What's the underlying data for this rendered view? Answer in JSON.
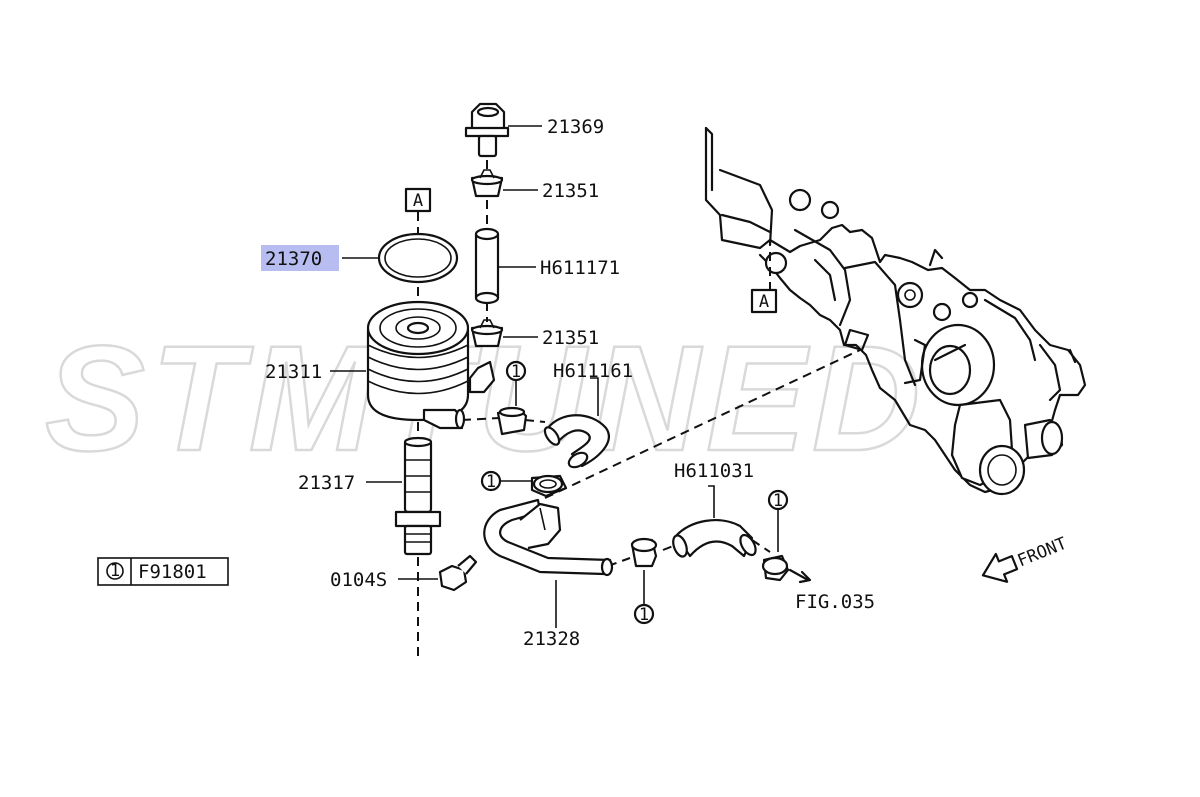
{
  "watermark": "STMTUNED",
  "reference_marker": "A",
  "circle_callout": "1",
  "legend": {
    "symbol": "1",
    "code": "F91801"
  },
  "parts": {
    "p21369": "21369",
    "p21351_top": "21351",
    "p21370": "21370",
    "h611171": "H611171",
    "p21351_bottom": "21351",
    "p21311": "21311",
    "h611161": "H611161",
    "p21317": "21317",
    "h611031": "H611031",
    "p0104s": "0104S",
    "p21328": "21328",
    "fig035": "FIG.035"
  },
  "front_label": "FRONT",
  "highlight_color": "#b7bdf0"
}
